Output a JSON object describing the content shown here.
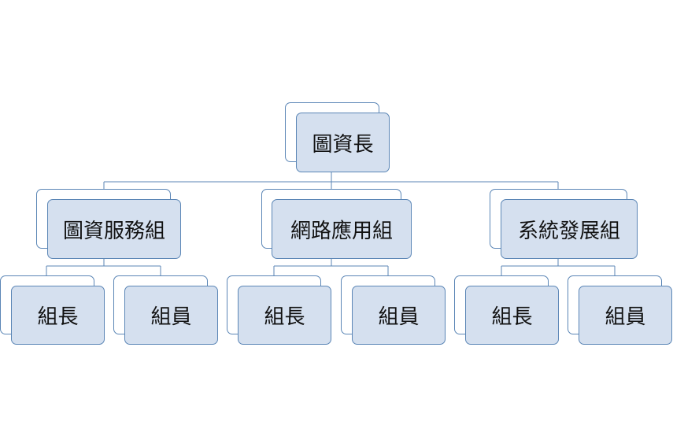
{
  "org_chart": {
    "root": {
      "label": "圖資長"
    },
    "groups": [
      {
        "label": "圖資服務組",
        "members": [
          {
            "label": "組長"
          },
          {
            "label": "組員"
          }
        ]
      },
      {
        "label": "網路應用組",
        "members": [
          {
            "label": "組長"
          },
          {
            "label": "組員"
          }
        ]
      },
      {
        "label": "系統發展組",
        "members": [
          {
            "label": "組長"
          },
          {
            "label": "組員"
          }
        ]
      }
    ]
  },
  "colors": {
    "fill": "#d5e0ef",
    "border": "#5b86b6",
    "line": "#5b86b6",
    "background": "#ffffff"
  }
}
